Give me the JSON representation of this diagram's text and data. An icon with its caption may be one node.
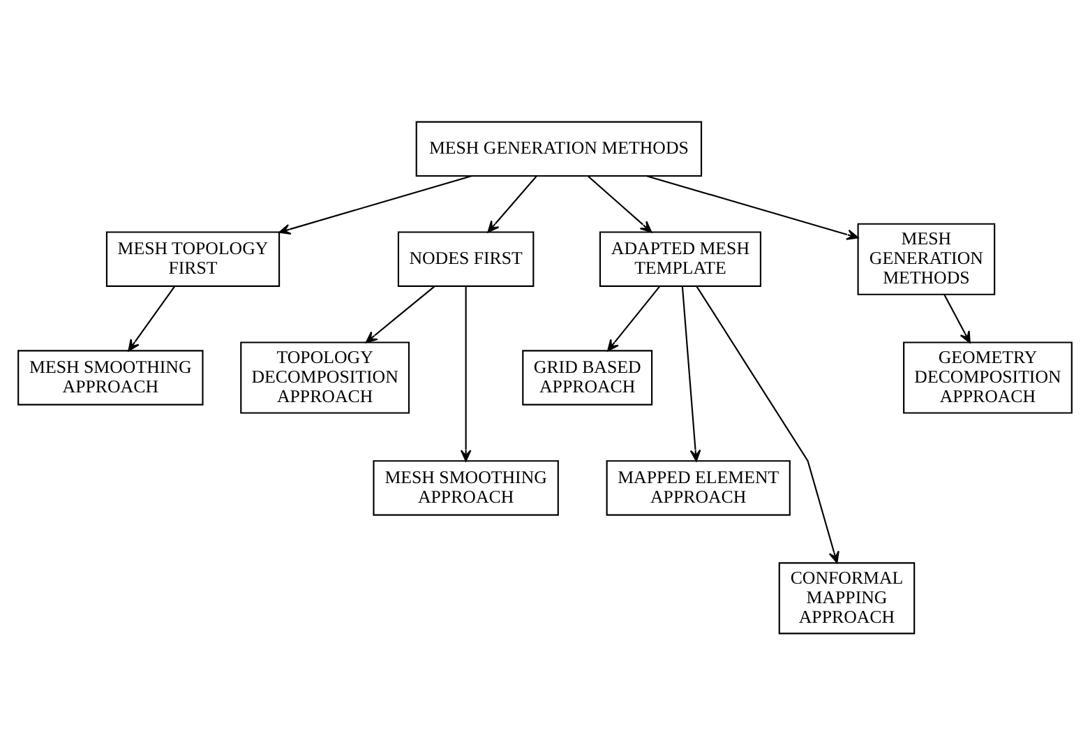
{
  "diagram": {
    "nodes": [
      {
        "text": [
          "MESH GENERATION METHODS"
        ]
      },
      {
        "text": [
          "MESH TOPOLOGY FIRST"
        ]
      },
      {
        "text": [
          "NODES FIRST"
        ]
      },
      {
        "text": [
          "ADAPTED MESH TEMPLATE"
        ]
      },
      {
        "text": [
          "MESH GENERATION METHODS"
        ]
      },
      {
        "text": [
          "MESH SMOOTHING APPROACH"
        ]
      },
      {
        "text": [
          "TOPOLOGY DECOMPOSITION APPROACH"
        ]
      },
      {
        "text": [
          "MESH SMOOTHING APPROACH"
        ]
      },
      {
        "text": [
          "GRID BASED APPROACH"
        ]
      },
      {
        "text": [
          "MAPPED ELEMENT APPROACH"
        ]
      },
      {
        "text": [
          "CONFORMAL MAPPING APPROACH"
        ]
      },
      {
        "text": [
          "GEOMETRY DECOMPOSITION APPROACH"
        ]
      }
    ],
    "edges": [
      {
        "from": 0,
        "to": 1,
        "arrow": "to"
      },
      {
        "from": 0,
        "to": 2,
        "arrow": "to"
      },
      {
        "from": 0,
        "to": 3,
        "arrow": "to"
      },
      {
        "from": 0,
        "to": 4,
        "arrow": "to"
      },
      {
        "from": 1,
        "to": 5,
        "arrow": "to"
      },
      {
        "from": 2,
        "to": 6,
        "arrow": "to"
      },
      {
        "from": 2,
        "to": 7,
        "arrow": "to"
      },
      {
        "from": 3,
        "to": 8,
        "arrow": "to"
      },
      {
        "from": 3,
        "to": 9,
        "arrow": "to"
      },
      {
        "from": 3,
        "to": 10,
        "arrow": "to"
      },
      {
        "from": 4,
        "to": 11,
        "arrow": "to"
      }
    ]
  }
}
